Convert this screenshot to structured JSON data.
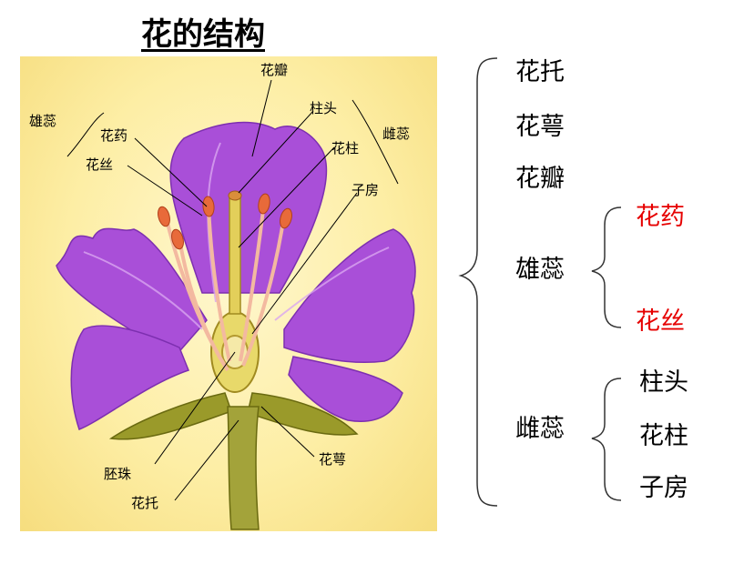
{
  "title": "花的结构",
  "figure": {
    "labels": {
      "petal": "花瓣",
      "stamen": "雄蕊",
      "anther": "花药",
      "filament": "花丝",
      "stigma": "柱头",
      "style": "花柱",
      "pistil": "雌蕊",
      "ovary": "子房",
      "ovule": "胚珠",
      "sepal": "花萼",
      "receptacle": "花托"
    }
  },
  "tree": {
    "receptacle": "花托",
    "sepal": "花萼",
    "petal": "花瓣",
    "stamen": "雄蕊",
    "anther": "花药",
    "filament": "花丝",
    "pistil": "雌蕊",
    "stigma": "柱头",
    "style": "花柱",
    "ovary": "子房"
  },
  "colors": {
    "petal": "#a64fd6",
    "highlight": "#e60000",
    "background": "#fdeea5"
  }
}
